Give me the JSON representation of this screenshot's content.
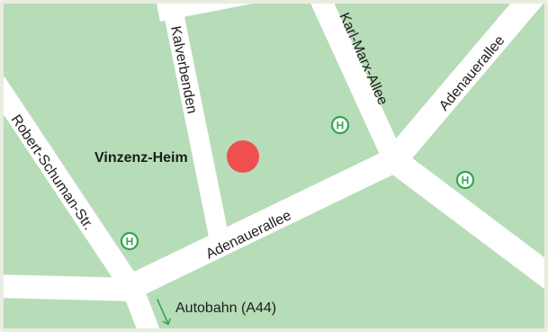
{
  "map": {
    "colors": {
      "land": "#b7dcb8",
      "road": "#ffffff",
      "marker": "#ef4f4f",
      "bus_stop": "#2fa84f",
      "arrow": "#2fa84f",
      "text": "#1d1d1b"
    },
    "streets": {
      "kalverbenden": "Kalverbenden",
      "karl_marx_allee": "Karl-Marx-Allee",
      "adenauerallee_top": "Adenauerallee",
      "adenauerallee_bottom": "Adenauerallee",
      "robert_schuman": "Robert-Schuman-Str."
    },
    "marker": {
      "label": "Vinzenz-Heim",
      "icon": "location-dot-icon"
    },
    "bus_stop_symbol": "H",
    "bus_stop_icon": "bus-stop-icon",
    "highway": {
      "label": "Autobahn (A44)",
      "icon": "arrow-down-right-icon"
    }
  }
}
